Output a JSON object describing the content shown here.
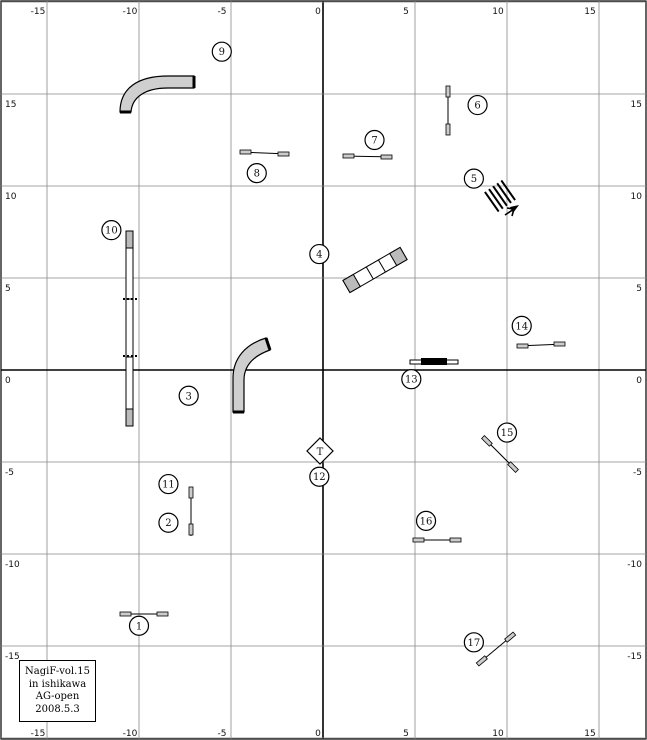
{
  "course": {
    "x_ticks": [
      "-15",
      "-10",
      "-5",
      "0",
      "5",
      "10",
      "15"
    ],
    "y_ticks": [
      "15",
      "10",
      "5",
      "0",
      "-5",
      "-10",
      "-15"
    ],
    "obstacles": [
      {
        "number": "1",
        "type": "jump",
        "x": -10.0,
        "y": -13.9
      },
      {
        "number": "2",
        "type": "jump",
        "x": -8.4,
        "y": -8.3
      },
      {
        "number": "3",
        "type": "tunnel",
        "x": -7.3,
        "y": -1.4
      },
      {
        "number": "4",
        "type": "dogwalk",
        "x": -0.2,
        "y": 6.3
      },
      {
        "number": "5",
        "type": "weave",
        "x": 8.2,
        "y": 10.4
      },
      {
        "number": "6",
        "type": "jump",
        "x": 8.4,
        "y": 14.4
      },
      {
        "number": "7",
        "type": "jump",
        "x": 2.8,
        "y": 12.5
      },
      {
        "number": "8",
        "type": "jump",
        "x": -3.6,
        "y": 10.7
      },
      {
        "number": "9",
        "type": "tunnel",
        "x": -5.5,
        "y": 17.3
      },
      {
        "number": "10",
        "type": "aframe",
        "x": -11.5,
        "y": 7.6
      },
      {
        "number": "11",
        "type": "jump",
        "x": -8.4,
        "y": -6.2
      },
      {
        "number": "12",
        "type": "table",
        "x": -0.2,
        "y": -5.8,
        "label": "T"
      },
      {
        "number": "13",
        "type": "seesaw",
        "x": 4.8,
        "y": -0.5
      },
      {
        "number": "14",
        "type": "jump",
        "x": 10.8,
        "y": 2.4
      },
      {
        "number": "15",
        "type": "jump",
        "x": 10.0,
        "y": -3.4
      },
      {
        "number": "16",
        "type": "jump",
        "x": 5.6,
        "y": -8.2
      },
      {
        "number": "17",
        "type": "jump",
        "x": 8.2,
        "y": -14.8
      }
    ]
  },
  "info": {
    "line1": "NagiF-vol.15",
    "line2": "in ishikawa",
    "line3": "AG-open",
    "line4": "2008.5.3"
  }
}
